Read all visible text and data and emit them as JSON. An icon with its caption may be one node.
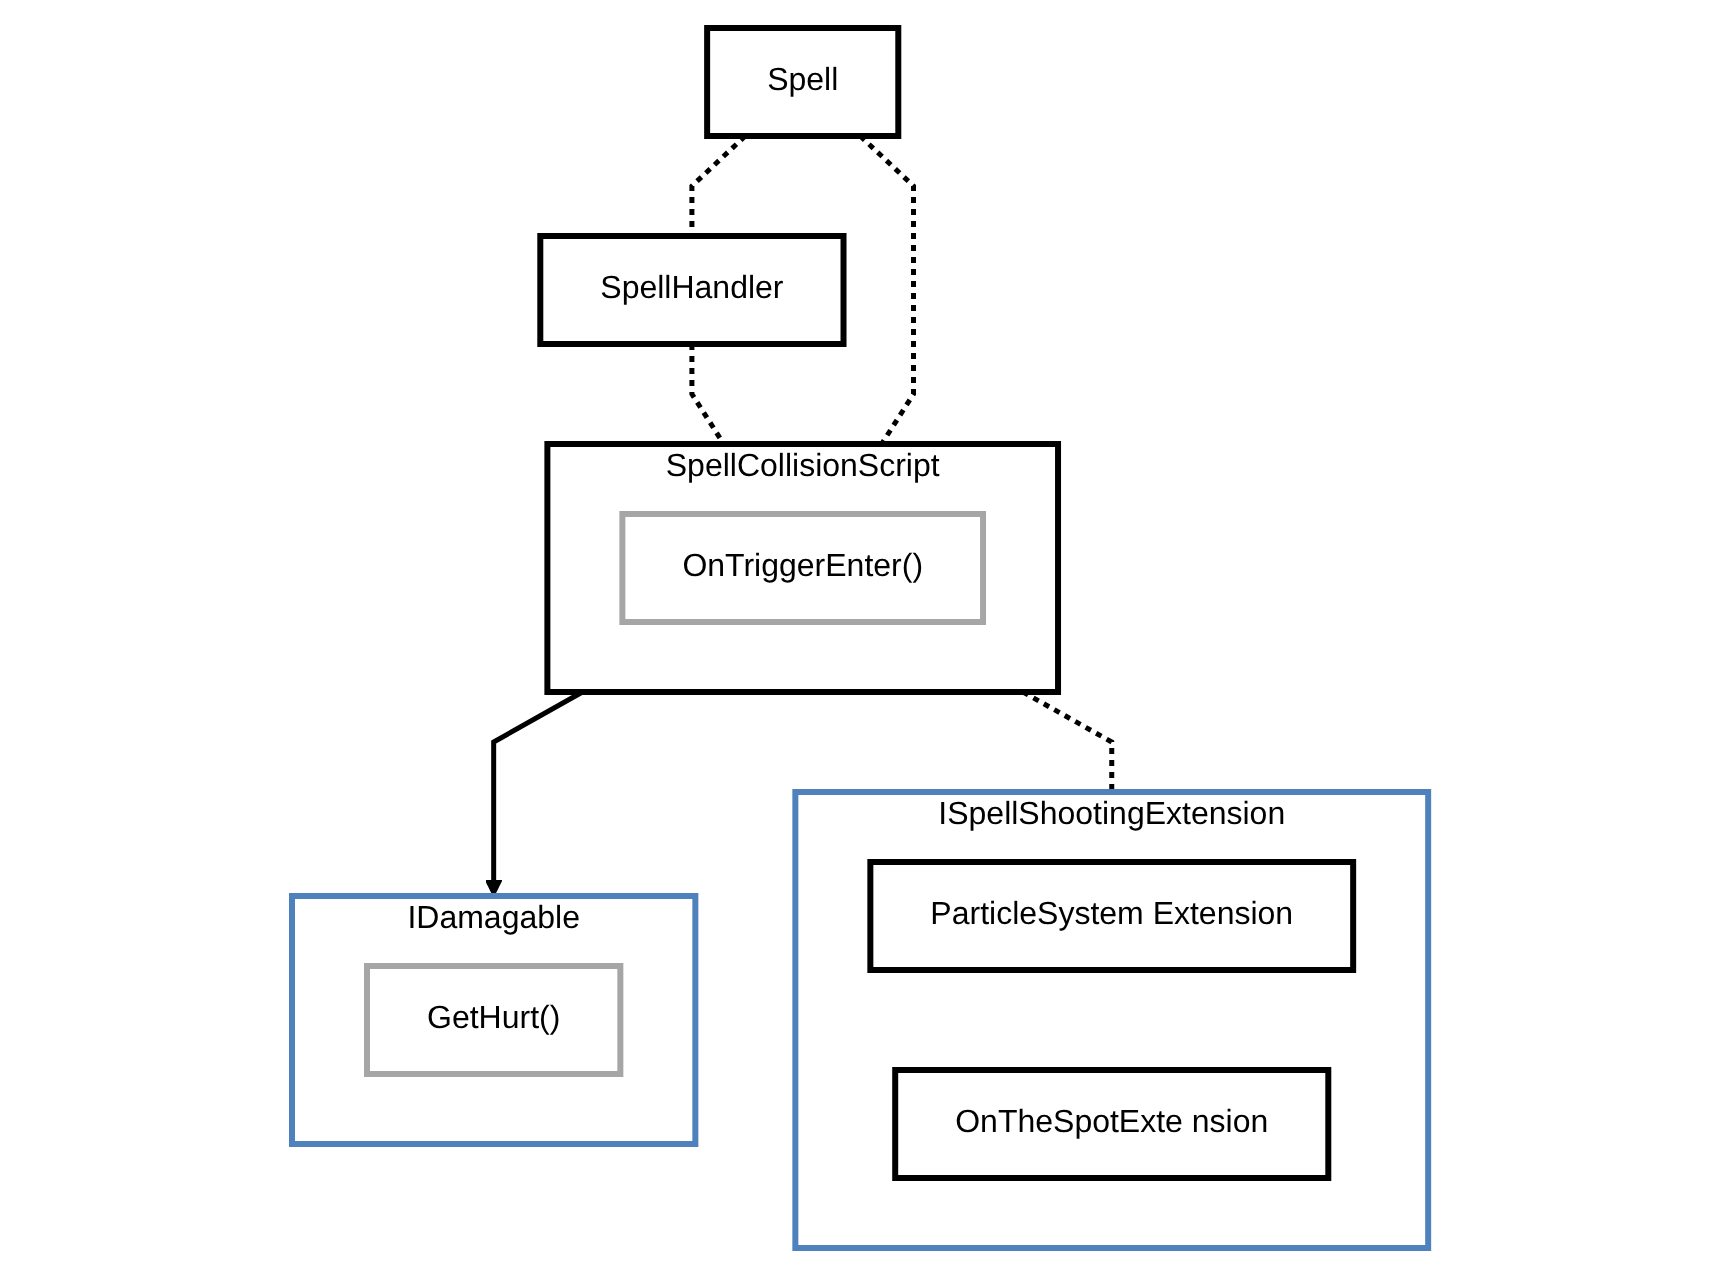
{
  "diagram": {
    "nodes": [
      {
        "text": [
          "Spell"
        ]
      },
      {
        "text": [
          "SpellHandler"
        ]
      },
      {
        "text": [
          "SpellCollisionScript"
        ]
      },
      {
        "text": [
          "OnTriggerEnter()"
        ],
        "in": 2
      },
      {
        "text": [
          "IDamagable"
        ]
      },
      {
        "text": [
          "GetHurt()"
        ],
        "in": 4
      },
      {
        "text": [
          "ISpellShootingExtension"
        ]
      },
      {
        "text": [
          "ParticleSystem Extension"
        ],
        "in": 6
      },
      {
        "text": [
          "OnTheSpotExte nsion"
        ],
        "in": 6
      }
    ],
    "edges": [
      {
        "from": 0,
        "to": 1,
        "arrow": "none",
        "style": "dashed"
      },
      {
        "from": 1,
        "to": 2,
        "arrow": "none",
        "style": "dashed"
      },
      {
        "from": 0,
        "to": 2,
        "arrow": "none",
        "style": "dashed"
      },
      {
        "from": 2,
        "to": 4,
        "arrow": "to"
      },
      {
        "from": 2,
        "to": 6,
        "arrow": "none",
        "style": "dashed"
      }
    ]
  }
}
